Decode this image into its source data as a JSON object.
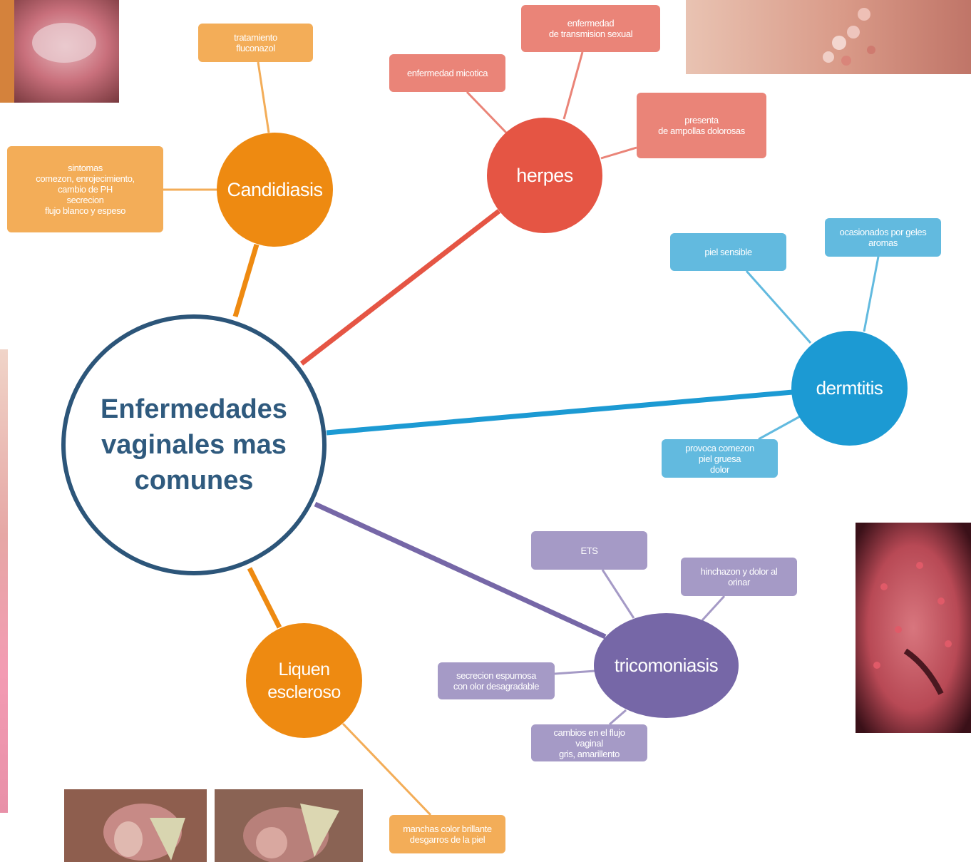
{
  "colors": {
    "center_border": "#2c5579",
    "center_text": "#2f5a7e",
    "candidiasis": "#ee8a11",
    "herpes": "#e55544",
    "dermatitis": "#1c9ad3",
    "tricomoniasis": "#7667a7",
    "liquen": "#ee8a11",
    "orange_box": "#f3ad58",
    "red_box": "#ea8478",
    "blue_box": "#62badf",
    "purple_box": "#a59ac6"
  },
  "center": {
    "label": "Enfermedades vaginales mas comunes"
  },
  "topics": {
    "candidiasis": {
      "label": "Candidiasis",
      "notes": {
        "tratamiento": "tratamiento\nfluconazol",
        "sintomas": "sintomas\ncomezon, enrojecimiento,\ncambio de PH\nsecrecion\nflujo blanco y espeso"
      }
    },
    "herpes": {
      "label": "herpes",
      "notes": {
        "ets": "enfermedad\nde transmision sexual",
        "micotica": "enfermedad micotica",
        "ampollas": "presenta\nde ampollas dolorosas"
      }
    },
    "dermatitis": {
      "label": "dermtitis",
      "notes": {
        "piel": "piel sensible",
        "geles": "ocasionados por geles\naromas",
        "provoca": "provoca comezon\npiel gruesa\ndolor"
      }
    },
    "tricomoniasis": {
      "label": "tricomoniasis",
      "notes": {
        "ets": "ETS",
        "hinchazon": "hinchazon y dolor al\norinar",
        "secrecion": "secrecion espumosa\ncon olor desagradable",
        "cambios": "cambios en el flujo\nvaginal\ngris, amarillento"
      }
    },
    "liquen": {
      "label": "Liquen\nescleroso",
      "notes": {
        "manchas": "manchas color brillante\ndesgarros de la piel"
      }
    }
  },
  "photos": [
    {
      "name": "candidiasis-photo",
      "subject": "clinical photo"
    },
    {
      "name": "herpes-photo",
      "subject": "clinical photo"
    },
    {
      "name": "tricomoniasis-photo",
      "subject": "clinical photo"
    },
    {
      "name": "liquen-photo-left",
      "subject": "clinical photo"
    },
    {
      "name": "liquen-photo-right",
      "subject": "clinical photo"
    },
    {
      "name": "edge-photo-left",
      "subject": "clinical photo"
    }
  ]
}
